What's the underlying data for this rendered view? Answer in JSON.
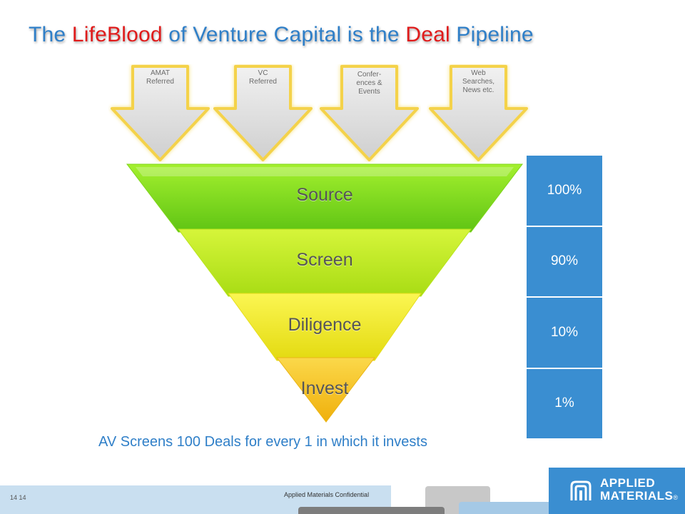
{
  "title": {
    "part1": "The ",
    "hl1": "LifeBlood",
    "part2": " of Venture Capital is the ",
    "hl2": "Deal",
    "part3": " Pipeline"
  },
  "arrows": [
    {
      "line1": "AMAT",
      "line2": "Referred",
      "line3": ""
    },
    {
      "line1": "VC",
      "line2": "Referred",
      "line3": ""
    },
    {
      "line1": "Confer-",
      "line2": "ences &",
      "line3": "Events"
    },
    {
      "line1": "Web",
      "line2": "Searches,",
      "line3": "News etc."
    }
  ],
  "funnel": {
    "stages": [
      "Source",
      "Screen",
      "Diligence",
      "Invest"
    ],
    "percentages": [
      "100%",
      "90%",
      "10%",
      "1%"
    ]
  },
  "caption": "AV Screens 100 Deals for every 1 in which it invests",
  "footer": {
    "page_numbers": "14  14",
    "confidential": "Applied Materials Confidential",
    "logo_line1": "APPLIED",
    "logo_line2": "MATERIALS",
    "logo_mark": "®"
  },
  "colors": {
    "title": "#2f7fc8",
    "highlight": "#e01b1b",
    "table": "#3a8ed1",
    "source": "#8ee21a",
    "screen": "#c8f01a",
    "diligence": "#f2ee1a",
    "invest": "#f7c81a"
  }
}
